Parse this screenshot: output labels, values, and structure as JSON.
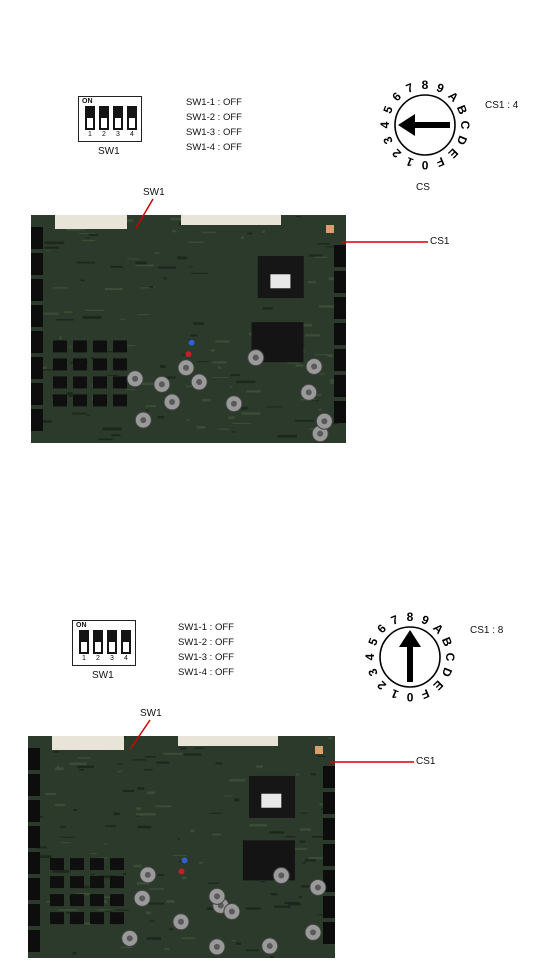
{
  "panels": [
    {
      "dip": {
        "on_label": "ON",
        "numbers": [
          "1",
          "2",
          "3",
          "4"
        ],
        "title": "SW1"
      },
      "switch_states": [
        "SW1-1 : OFF",
        "SW1-2 : OFF",
        "SW1-3 : OFF",
        "SW1-4 : OFF"
      ],
      "rotary": {
        "digits": [
          "0",
          "1",
          "2",
          "3",
          "4",
          "5",
          "6",
          "7",
          "8",
          "9",
          "A",
          "B",
          "C",
          "D",
          "E",
          "F"
        ],
        "selected": "4",
        "caption": "CS"
      },
      "cs_value": "CS1 : 4",
      "board_labels": {
        "sw1": "SW1",
        "cs1": "CS1"
      }
    },
    {
      "dip": {
        "on_label": "ON",
        "numbers": [
          "1",
          "2",
          "3",
          "4"
        ],
        "title": "SW1"
      },
      "switch_states": [
        "SW1-1 : OFF",
        "SW1-2 : OFF",
        "SW1-3 : OFF",
        "SW1-4 : OFF"
      ],
      "rotary": {
        "digits": [
          "0",
          "1",
          "2",
          "3",
          "4",
          "5",
          "6",
          "7",
          "8",
          "9",
          "A",
          "B",
          "C",
          "D",
          "E",
          "F"
        ],
        "selected": "8",
        "caption": ""
      },
      "cs_value": "CS1 : 8",
      "board_labels": {
        "sw1": "SW1",
        "cs1": "CS1"
      }
    }
  ],
  "colors": {
    "leader_line": "#d10000",
    "pcb": "#2b3a2a",
    "pcb_dark": "#1a2419",
    "connector": "#e8e4d8",
    "arrow": "#000000"
  }
}
